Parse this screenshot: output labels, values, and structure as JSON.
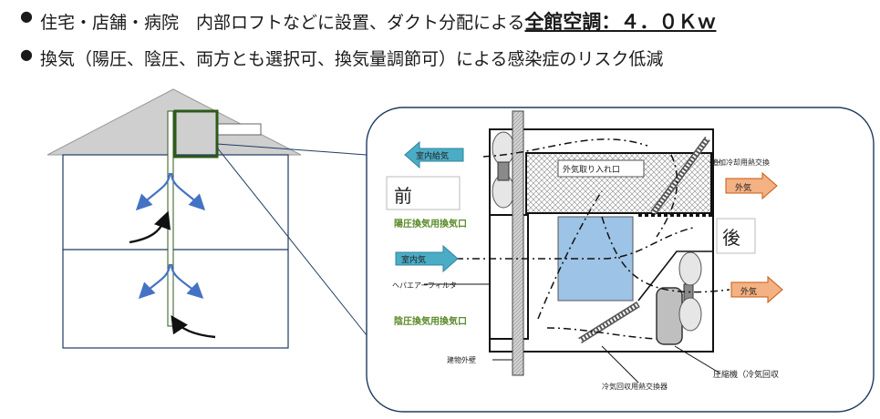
{
  "bullets": [
    {
      "text": "住宅・店舗・病院　内部ロフトなどに設置、ダクト分配による",
      "strong": "全館空調：４．０Ｋｗ"
    },
    {
      "text": "換気（陽圧、陰圧、両方とも選択可、換気量調節可）による感染症のリスク低減",
      "strong": ""
    }
  ],
  "diagram": {
    "front": "前",
    "back": "後",
    "room_supply": "室内給気",
    "room_air": "室内気",
    "outside_air_1": "外気",
    "outside_air_2": "外気",
    "outside_intake": "外気取り入れ口",
    "positive_port": "陽圧換気用換気口",
    "negative_port": "陰圧換気用換気口",
    "hepa_filter": "ヘパエアーフィルタ",
    "building_wall": "建物外壁",
    "extra_cooling_hx": "追加冷却用熱交換",
    "cold_recovery_hx": "冷気回収用熱交換器",
    "compressor": "圧縮機（冷気回収",
    "colors": {
      "outline": "#1f3b60",
      "green": "#2e5a1a",
      "green_text": "#5a8a2a",
      "blue_box": "#9dc3e6",
      "blue_arrow": "#4472c4",
      "cyan_arrow": "#4bacc6",
      "orange_arrow": "#f4b183",
      "roof": "#cfcfcf"
    }
  }
}
